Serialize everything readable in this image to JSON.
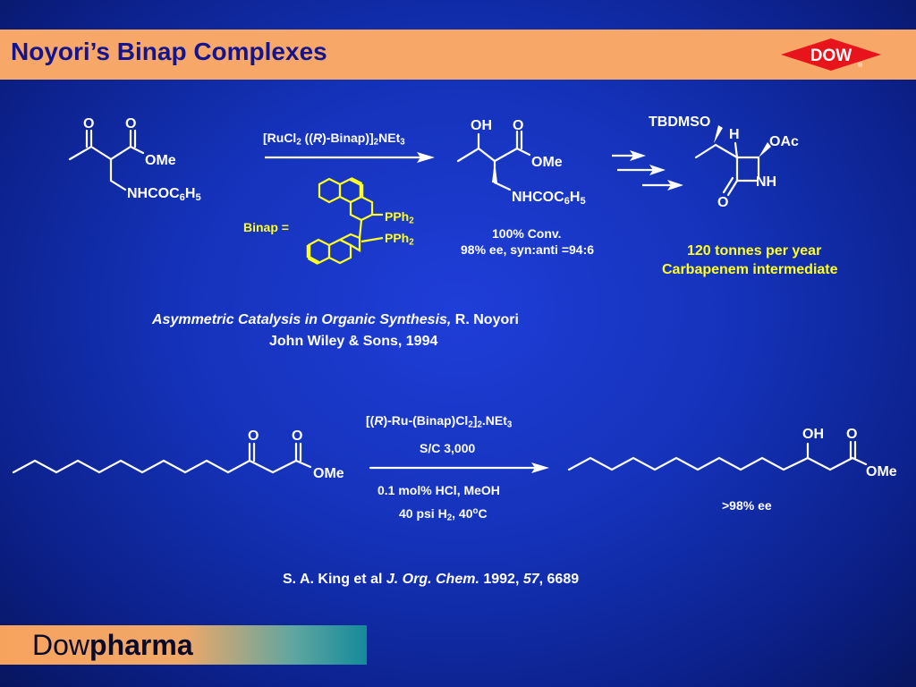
{
  "header": {
    "title": "Noyori’s Binap Complexes",
    "logo_text": "DOW",
    "logo_mark": "®",
    "background_color": "#f7a869",
    "title_color": "#14148c"
  },
  "reaction1": {
    "reagent_a": "[RuCl",
    "reagent_b": " ((",
    "reagent_r": "R",
    "reagent_c": ")-Binap)]",
    "reagent_d": "NEt",
    "binap_label": "Binap =",
    "pph2_label": "PPh",
    "sm_o1": "O",
    "sm_o2": "O",
    "sm_ome": "OMe",
    "sm_nh": "NHCOC",
    "sm_h": "H",
    "pr_oh": "OH",
    "pr_o": "O",
    "pr_ome": "OMe",
    "pr_nh": "NHCOC",
    "pr_h": "H",
    "conversion": "100% Conv.",
    "selectivity": "98% ee, syn:anti =94:6",
    "beta_tbdmso": "TBDMSO",
    "beta_h": "H",
    "beta_oac": "OAc",
    "beta_nh": "NH",
    "beta_o": "O",
    "volume": "120 tonnes per year",
    "intermediate": "Carbapenem intermediate"
  },
  "reference1": {
    "italic": "Asymmetric Catalysis in Organic Synthesis,",
    "author": " R. Noyori",
    "publisher": "John Wiley & Sons, 1994"
  },
  "reaction2": {
    "reagent_a": "[(",
    "reagent_r": "R",
    "reagent_b": ")-Ru-(Binap)Cl",
    "reagent_c": "]",
    "reagent_d": ".NEt",
    "sc_ratio": "S/C 3,000",
    "conditions_a": "0.1 mol% HCl, MeOH",
    "conditions_b": "40 psi H",
    "conditions_c": ", 40",
    "conditions_deg": "o",
    "conditions_unit": "C",
    "sm_o1": "O",
    "sm_o2": "O",
    "sm_ome": "OMe",
    "pr_oh": "OH",
    "pr_o": "O",
    "pr_ome": "OMe",
    "ee": ">98% ee"
  },
  "reference2": {
    "authors": "S. A. King et al  ",
    "journal": "J. Org. Chem.",
    "year": " 1992, ",
    "volume": "57",
    "page": ", 6689"
  },
  "footer": {
    "brand_normal": "Dow",
    "brand_bold": "pharma"
  }
}
